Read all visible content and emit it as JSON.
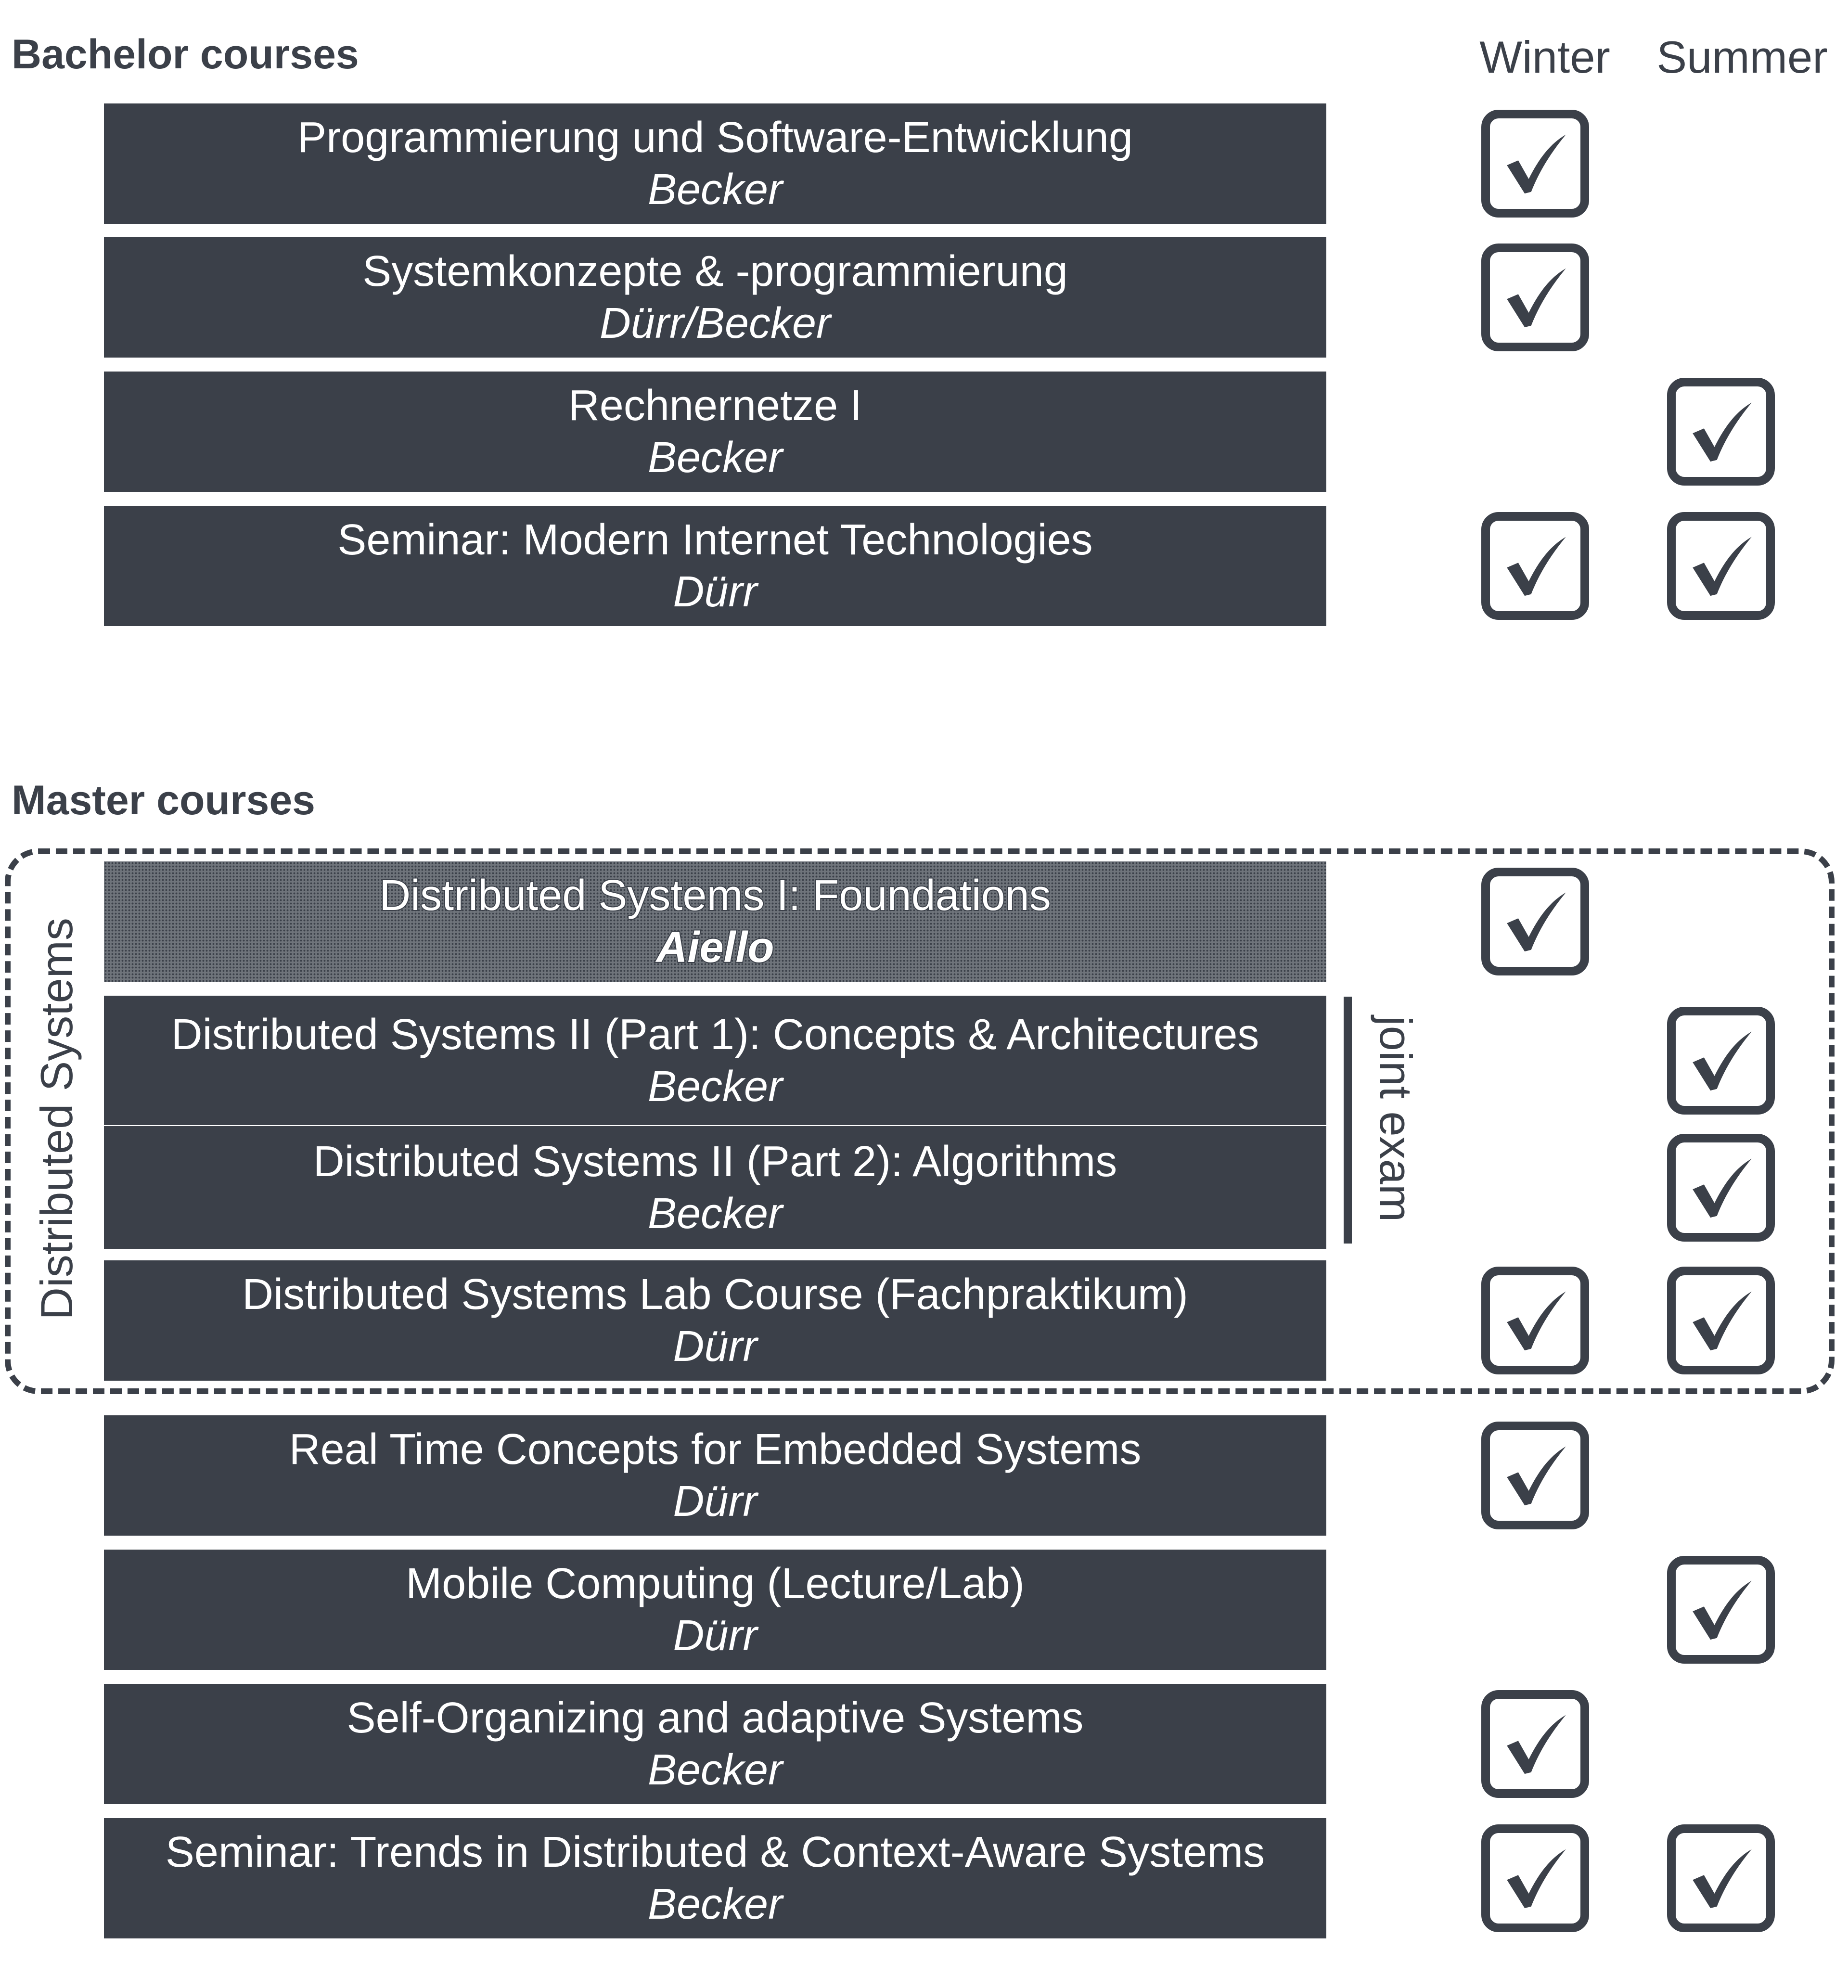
{
  "headings": {
    "bachelor": "Bachelor courses",
    "master": "Master courses",
    "winter": "Winter",
    "summer": "Summer"
  },
  "colors": {
    "box": "#3b4049",
    "text_on_box": "#ffffff",
    "background": "#ffffff"
  },
  "bachelor_courses": [
    {
      "title": "Programmierung und Software-Entwicklung",
      "lecturer": "Becker",
      "winter": true,
      "summer": false
    },
    {
      "title": "Systemkonzepte & -programmierung",
      "lecturer": "Dürr/Becker",
      "winter": true,
      "summer": false
    },
    {
      "title": "Rechnernetze I",
      "lecturer": "Becker",
      "winter": false,
      "summer": true
    },
    {
      "title": "Seminar: Modern Internet Technologies",
      "lecturer": "Dürr",
      "winter": true,
      "summer": true
    }
  ],
  "master_group": {
    "label": "Distributed Systems",
    "joint_exam_label": "joint exam"
  },
  "master_courses": [
    {
      "title": "Distributed Systems I: Foundations",
      "lecturer": "Aiello",
      "winter": true,
      "summer": false,
      "shaded": true
    },
    {
      "title": "Distributed Systems II (Part 1): Concepts & Architectures",
      "lecturer": "Becker",
      "winter": false,
      "summer": true
    },
    {
      "title": "Distributed Systems II (Part 2): Algorithms",
      "lecturer": "Becker",
      "winter": false,
      "summer": true
    },
    {
      "title": "Distributed Systems Lab Course (Fachpraktikum)",
      "lecturer": "Dürr",
      "winter": true,
      "summer": true
    },
    {
      "title": "Real Time Concepts for Embedded Systems",
      "lecturer": "Dürr",
      "winter": true,
      "summer": false
    },
    {
      "title": "Mobile Computing (Lecture/Lab)",
      "lecturer": "Dürr",
      "winter": false,
      "summer": true
    },
    {
      "title": "Self-Organizing and adaptive Systems",
      "lecturer": "Becker",
      "winter": true,
      "summer": false
    },
    {
      "title": "Seminar: Trends in Distributed & Context-Aware Systems",
      "lecturer": "Becker",
      "winter": true,
      "summer": true
    }
  ]
}
